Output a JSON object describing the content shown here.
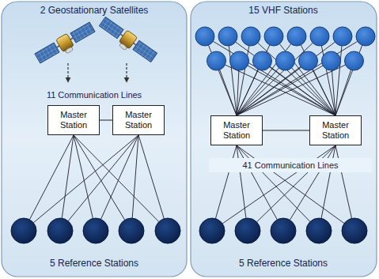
{
  "diagram": {
    "nodes": [
      {
        "text": [
          "Master Station"
        ]
      },
      {
        "text": [
          "Master Station"
        ]
      },
      {
        "text": [
          "Master Station"
        ]
      },
      {
        "text": [
          "Master Station"
        ]
      }
    ],
    "edges": [
      {
        "from": 0,
        "to": 1,
        "arrow": "none"
      },
      {
        "from": 2,
        "to": 3,
        "arrow": "none"
      }
    ],
    "labels": [
      "2 Geostationary Satellites",
      "11 Communication Lines",
      "5 Reference Stations",
      "15 VHF Stations",
      "41 Communication Lines",
      "5 Reference Stations"
    ]
  }
}
